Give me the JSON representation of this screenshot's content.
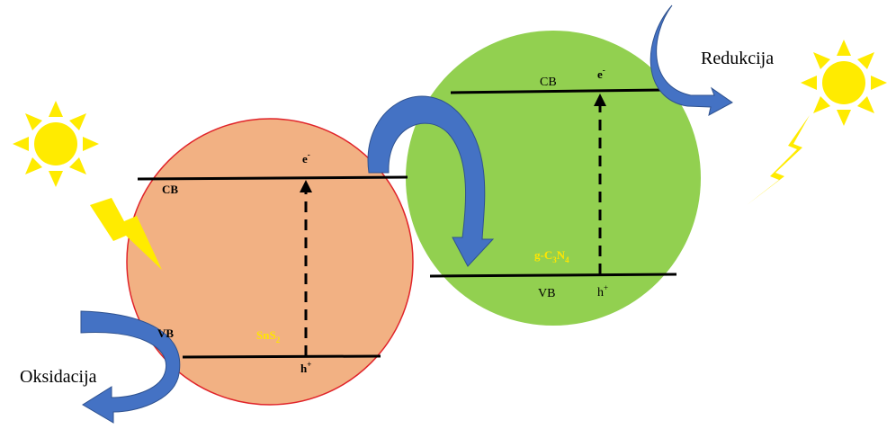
{
  "labels": {
    "left_cb": "CB",
    "left_vb": "VB",
    "left_e": "e",
    "left_e_sup": "-",
    "left_h": "h",
    "left_h_sup": "+",
    "left_material_main": "SnS",
    "left_material_sub": "2",
    "right_cb": "CB",
    "right_vb": "VB",
    "right_e": "e",
    "right_e_sup": "-",
    "right_h": "h",
    "right_h_sup": "+",
    "right_material_a": "g-C",
    "right_material_sub1": "3",
    "right_material_b": "N",
    "right_material_sub2": "4",
    "reduction": "Redukcija",
    "oxidation": "Oksidacija"
  },
  "colors": {
    "snS2_fill": "#F2B183",
    "snS2_stroke": "#E0242A",
    "gc3n4_fill": "#92D050",
    "arrow_blue": "#4472C4",
    "arrow_blue_dark": "#2F528F",
    "sun": "#FFEB00",
    "material_label": "#FFE600"
  },
  "icons": [
    "sun-icon",
    "lightning-icon",
    "curved-arrow-icon"
  ]
}
